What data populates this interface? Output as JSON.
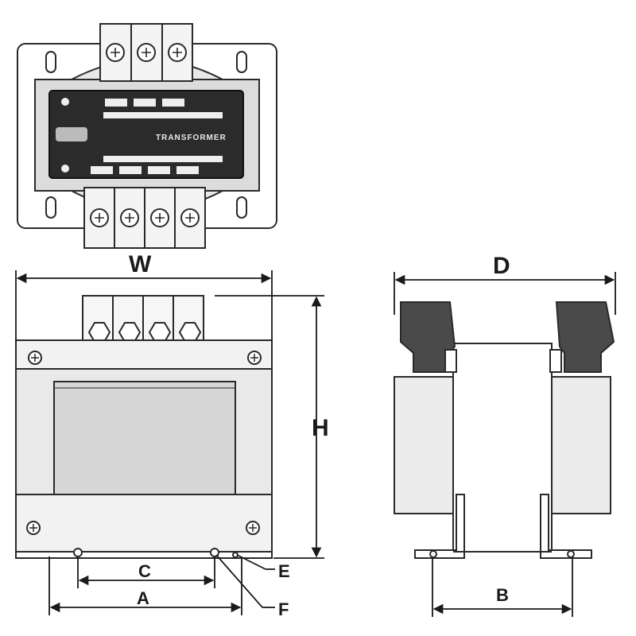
{
  "labels": {
    "W": "W",
    "D": "D",
    "H": "H",
    "C": "C",
    "A": "A",
    "B": "B",
    "E": "E",
    "F": "F"
  },
  "nameplate": {
    "title": "TRANSFORMER"
  },
  "colors": {
    "line": "#2a2a2a",
    "fill_light": "#f0f0f0",
    "fill_mid": "#d9d9d9",
    "fill_dark": "#4a4a4a",
    "plate": "#2b2b2b"
  }
}
